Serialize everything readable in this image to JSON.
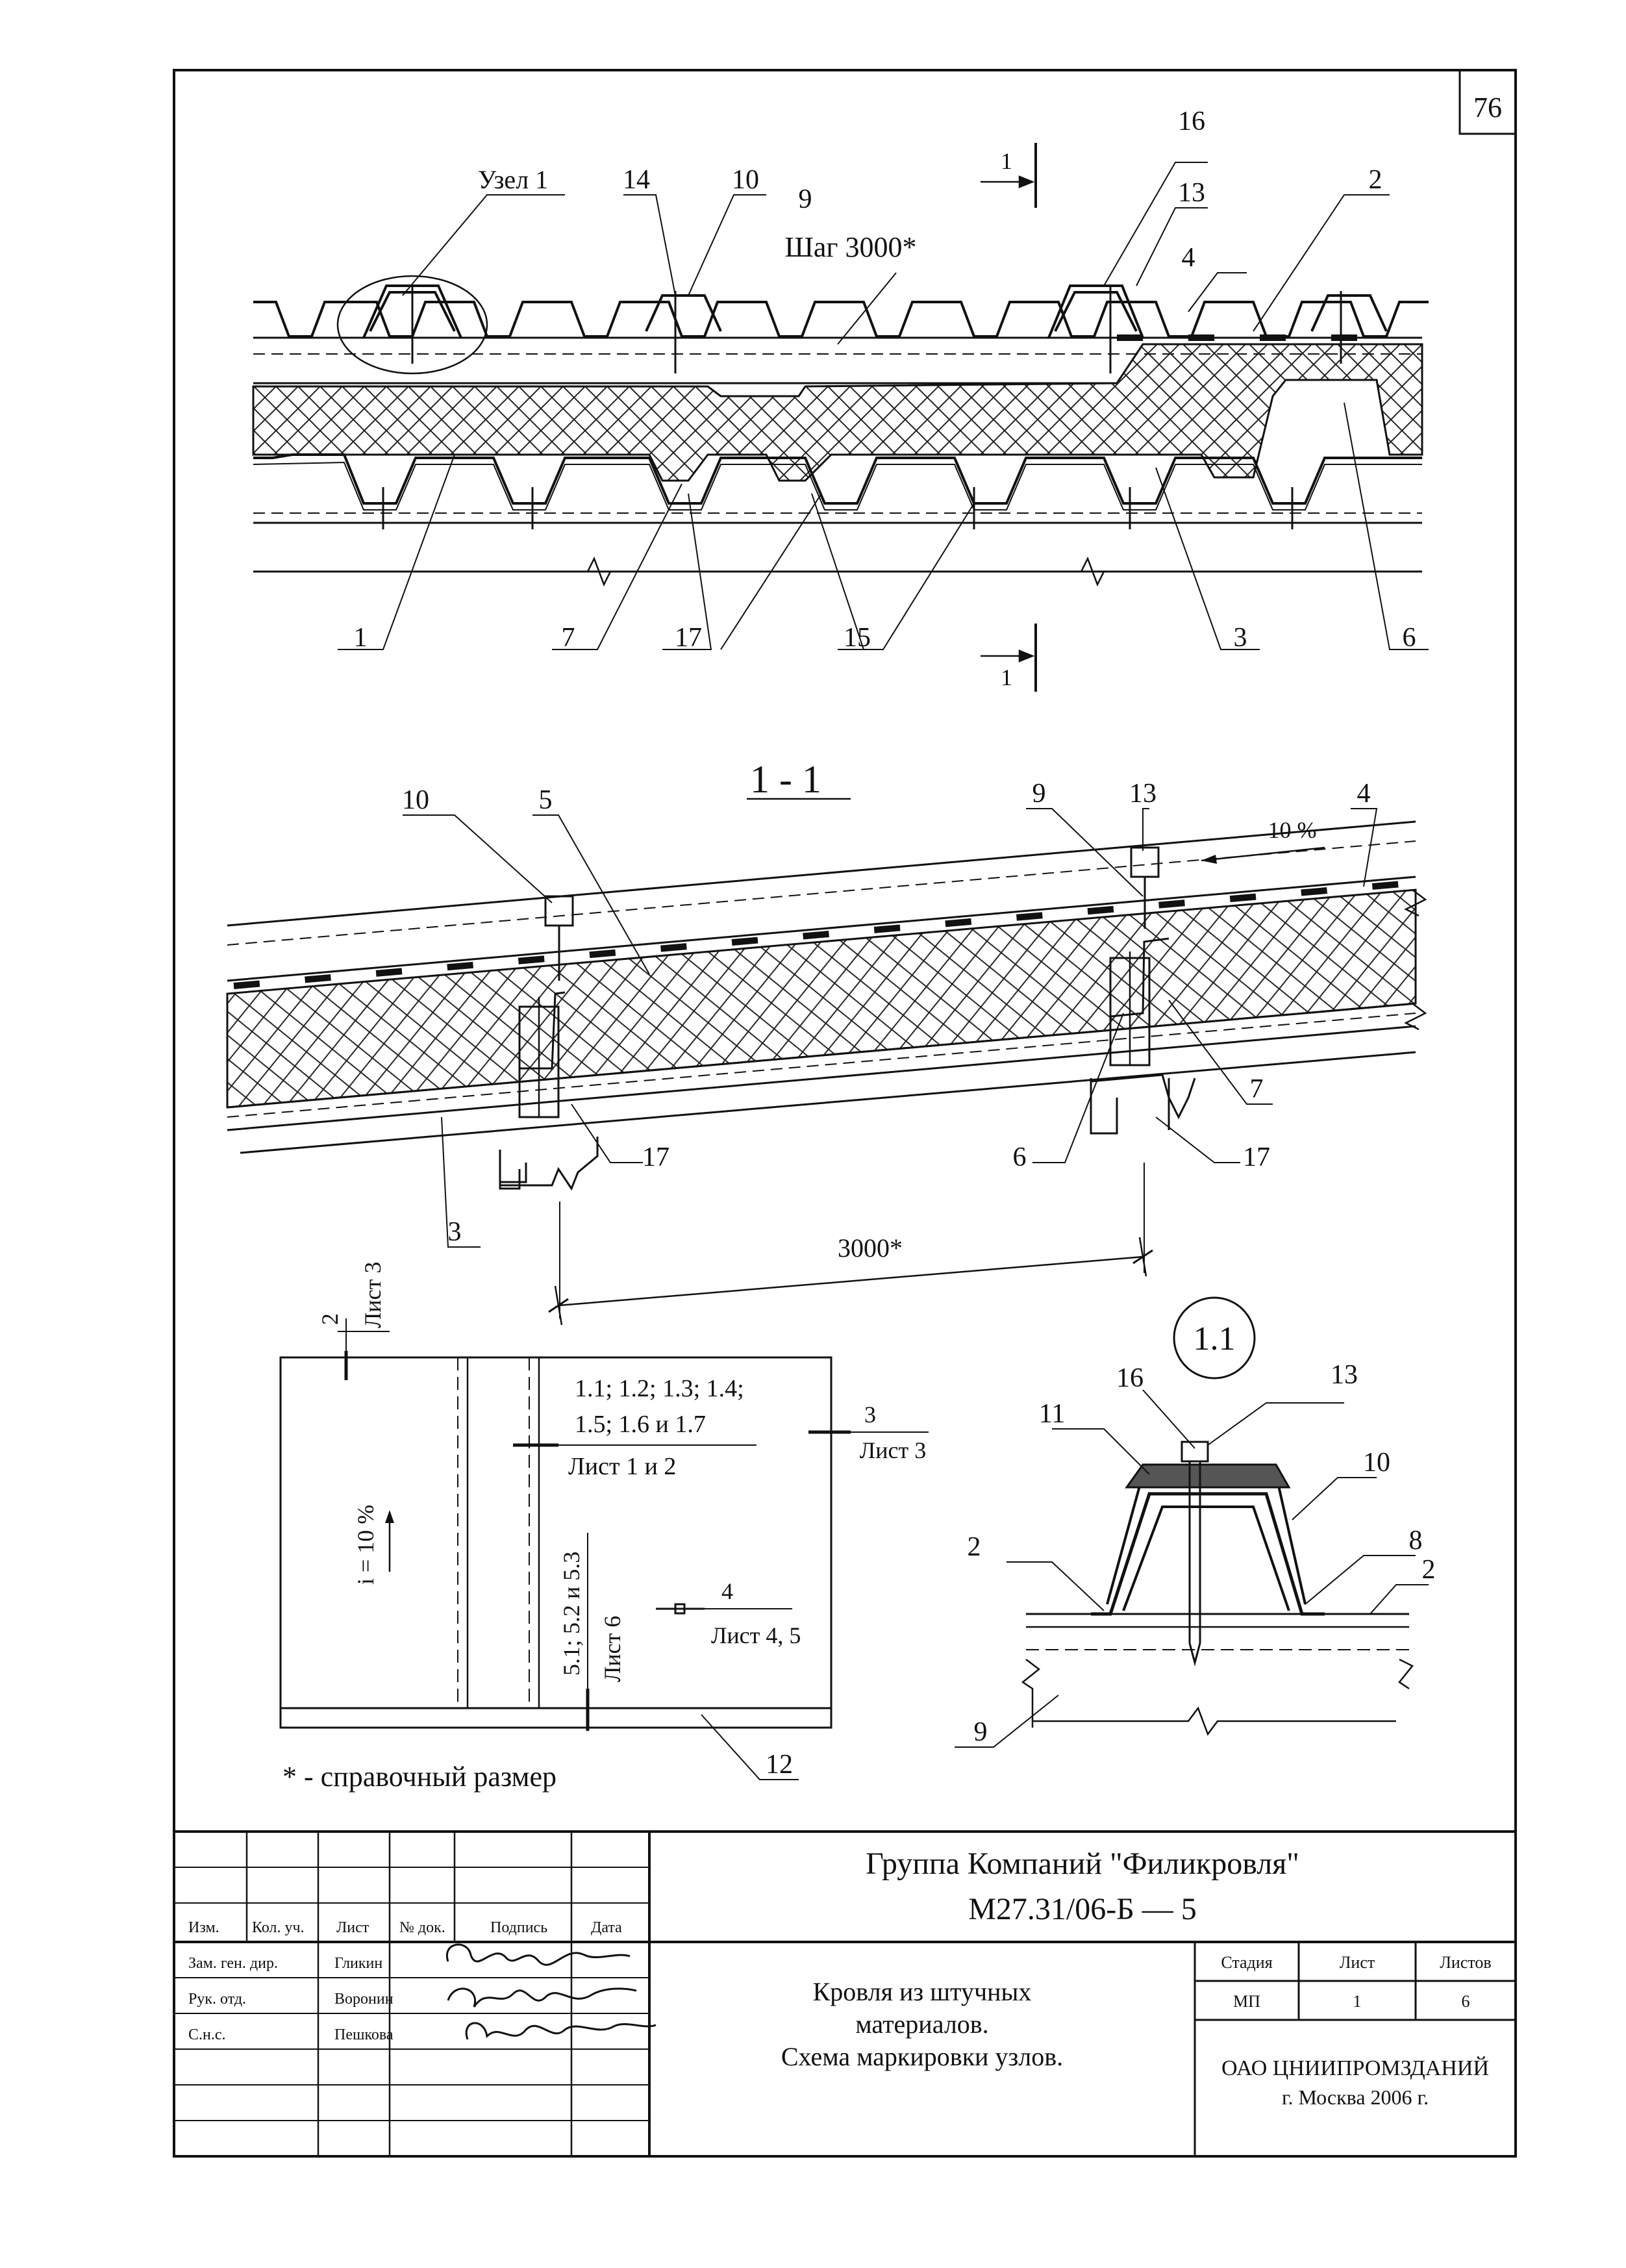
{
  "sheet_number": "76",
  "top_view": {
    "node_label": "Узел 1",
    "step_label": "Шаг 3000*",
    "section_mark": "1",
    "callouts": [
      "14",
      "10",
      "9",
      "16",
      "13",
      "2",
      "4",
      "1",
      "7",
      "17",
      "15",
      "3",
      "6"
    ]
  },
  "section_1_1": {
    "title": "1 - 1",
    "slope": "10 %",
    "dimension": "3000*",
    "callouts": [
      "10",
      "5",
      "9",
      "13",
      "4",
      "7",
      "17",
      "6",
      "17",
      "3"
    ]
  },
  "plan": {
    "slope": "i = 10 %",
    "cut_2_number": "2",
    "cut_2_sheet": "Лист 3",
    "cut_3_number": "3",
    "cut_3_sheet": "Лист 3",
    "nodes_1_line1": "1.1; 1.2; 1.3; 1.4;",
    "nodes_1_line2": "1.5; 1.6 и 1.7",
    "nodes_1_sheet": "Лист 1 и 2",
    "nodes_5": "5.1; 5.2 и 5.3",
    "nodes_5_sheet": "Лист 6",
    "node_4_number": "4",
    "node_4_sheet": "Лист 4, 5",
    "edge_callout": "12"
  },
  "detail_1_1": {
    "title": "1.1",
    "callouts": [
      "16",
      "13",
      "11",
      "10",
      "2",
      "8",
      "2",
      "9"
    ]
  },
  "note": "* - справочный размер",
  "title_block": {
    "company": "Группа Компаний \"Филикровля\"",
    "code": "М27.31/06-Б — 5",
    "headers": [
      "Изм.",
      "Кол. уч.",
      "Лист",
      "№ док.",
      "Подпись",
      "Дата"
    ],
    "people": [
      {
        "role": "Зам. ген. дир.",
        "name": "Гликин"
      },
      {
        "role": "Рук. отд.",
        "name": "Воронин"
      },
      {
        "role": "С.н.с.",
        "name": "Пешкова"
      }
    ],
    "title_line1": "Кровля из штучных",
    "title_line2": "материалов.",
    "title_line3": "Схема маркировки узлов.",
    "stage_header": "Стадия",
    "sheet_header": "Лист",
    "sheets_header": "Листов",
    "stage": "МП",
    "sheet": "1",
    "sheets": "6",
    "org": "ОАО ЦНИИПРОМЗДАНИЙ",
    "city": "г. Москва 2006 г."
  }
}
